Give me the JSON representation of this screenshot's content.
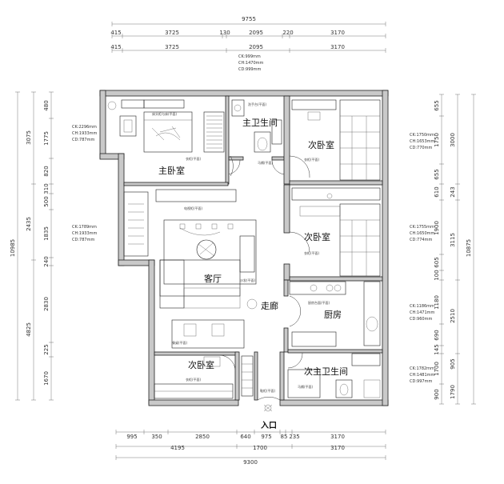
{
  "dimensions": {
    "top_total": "9755",
    "top_row1": [
      "415",
      "3725",
      "130",
      "2095",
      "220",
      "3170"
    ],
    "top_row2": [
      "415",
      "3725",
      "2095",
      "3170"
    ],
    "bottom_row1": [
      "995",
      "350",
      "2850",
      "640",
      "975",
      "85",
      "235",
      "3170"
    ],
    "bottom_row2": [
      "4195",
      "1700",
      "3170"
    ],
    "bottom_total": "9300",
    "left_inner": [
      "480",
      "1775",
      "820",
      "310",
      "500",
      "1835",
      "240",
      "2830",
      "225",
      "1670"
    ],
    "left_outer": [
      "3075",
      "2435",
      "10985",
      "4825"
    ],
    "right_inner": [
      "655",
      "1750",
      "655",
      "610",
      "1900",
      "605",
      "100",
      "1180",
      "690",
      "145",
      "1700",
      "900"
    ],
    "right_outer": [
      "3000",
      "243",
      "3115",
      "10875",
      "2510",
      "905",
      "1790"
    ]
  },
  "rooms": {
    "master_bedroom": "主卧室",
    "master_bath": "主卫生间",
    "bedroom_ne": "次卧室",
    "bedroom_e": "次卧室",
    "living_room": "客厅",
    "corridor": "走廊",
    "kitchen": "厨房",
    "bedroom_sw": "次卧室",
    "second_bath": "次主卫生间",
    "entrance": "入口"
  },
  "specs": {
    "master": [
      "CK:2296mm",
      "CH:1933mm",
      "CD:787mm"
    ],
    "living": [
      "CK:1789mm",
      "CH:1933mm",
      "CD:787mm"
    ],
    "bath": [
      "CK:999mm",
      "CH:1470mm",
      "CD:999mm"
    ],
    "bed_ne": [
      "CK:1750mm",
      "CH:1653mm",
      "CD:770mm"
    ],
    "bed_e": [
      "CK:1755mm",
      "CH:1650mm",
      "CD:774mm"
    ],
    "kitchen": [
      "CK:1186mm",
      "CH:1471mm",
      "CD:960mm"
    ],
    "bath2": [
      "CK:1782mm",
      "CH:1481mm",
      "CD:997mm"
    ]
  },
  "notes": {
    "master_bed": "床头柜与床(平面)",
    "closet": "衣柜(平面)",
    "tv": "电视柜(平面)",
    "wardrobe": "衣柜(平面)",
    "bathroom": "洗手台(平面)",
    "toilet": "马桶(平面)",
    "shoe": "鞋柜(平面)",
    "kitchen_counter": "厨房台面(平面)",
    "dining": "餐桌(平面)",
    "sofa": "沙发(平面)"
  }
}
